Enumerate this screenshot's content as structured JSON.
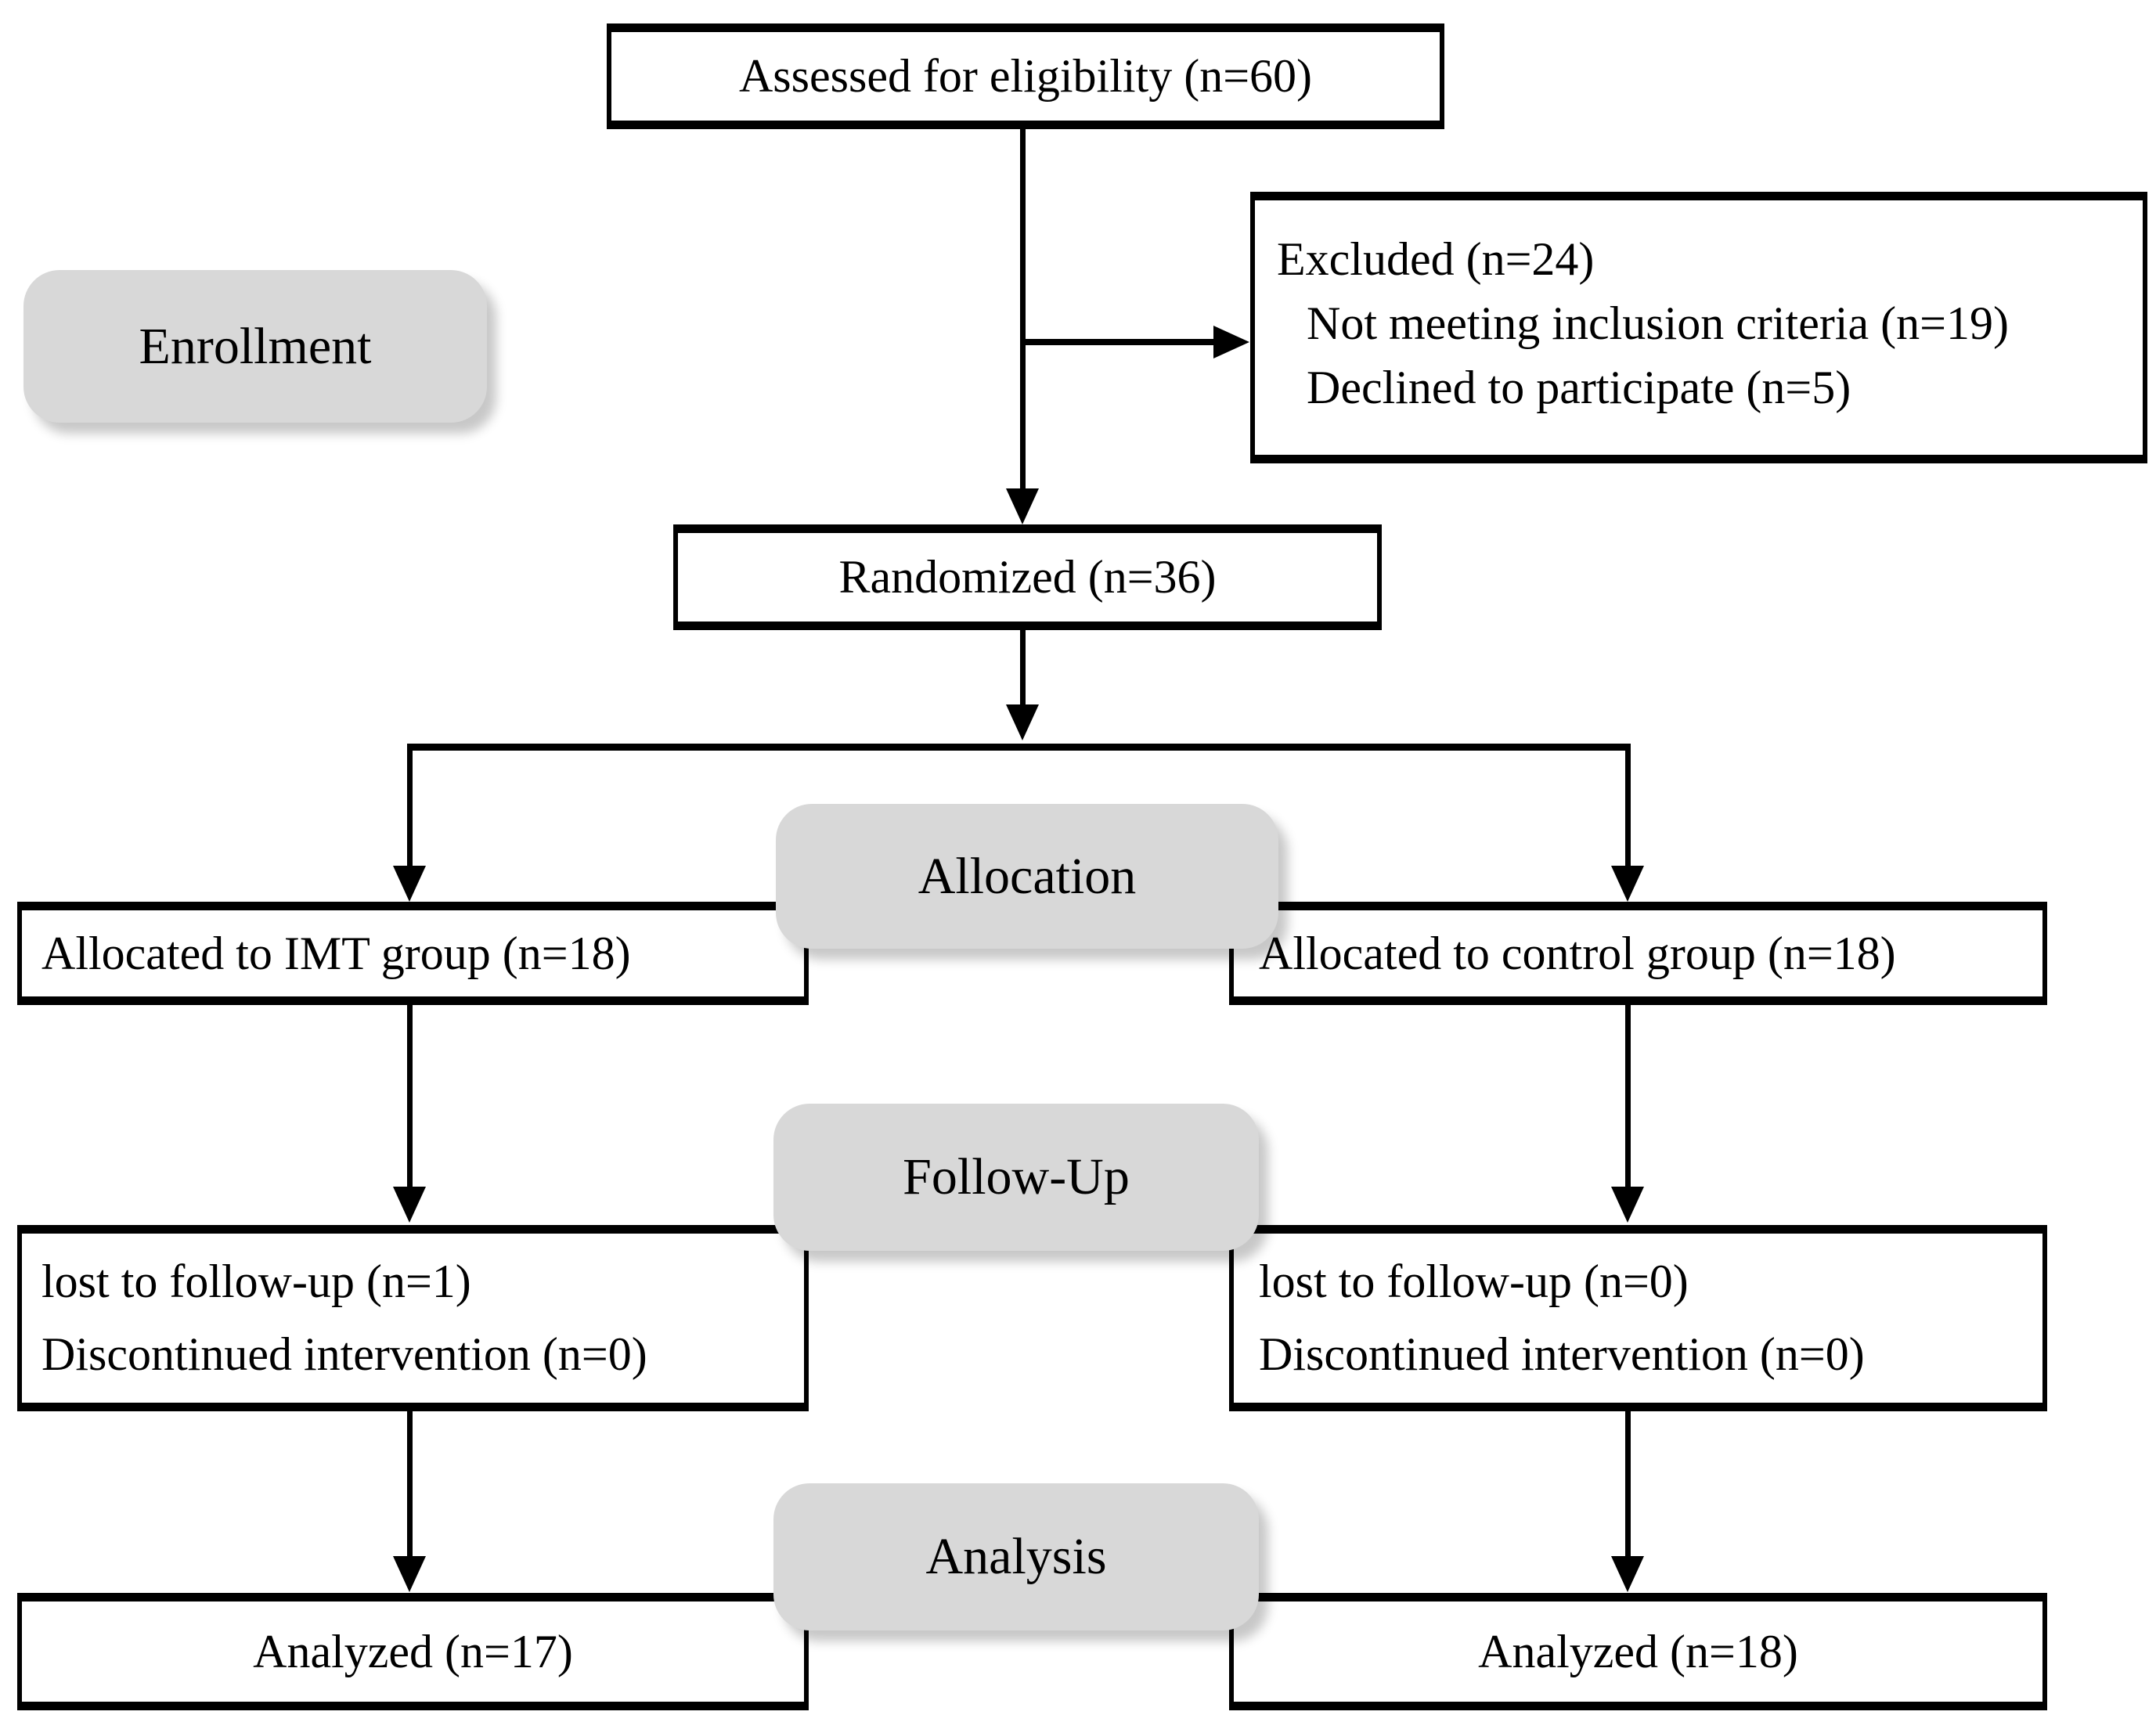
{
  "diagram": {
    "kind": "CONSORT participant flow diagram",
    "stages": {
      "enrollment": "Enrollment",
      "allocation": "Allocation",
      "followup": "Follow-Up",
      "analysis": "Analysis"
    },
    "boxes": {
      "assessed": "Assessed for eligibility (n=60)",
      "excluded": [
        "Excluded (n=24)",
        "Not meeting inclusion criteria (n=19)",
        "Declined to participate (n=5)"
      ],
      "randomized": "Randomized (n=36)",
      "allocated_imt": "Allocated to IMT group (n=18)",
      "allocated_control": "Allocated to control group (n=18)",
      "followup_imt": [
        "lost to follow-up (n=1)",
        "Discontinued intervention (n=0)"
      ],
      "followup_control": [
        "lost to follow-up (n=0)",
        "Discontinued intervention (n=0)"
      ],
      "analyzed_imt": "Analyzed (n=17)",
      "analyzed_control": "Analyzed (n=18)"
    },
    "edges": [
      "assessed -> randomized",
      "assessed -> excluded",
      "randomized -> allocated_imt",
      "randomized -> allocated_control",
      "allocated_imt -> followup_imt",
      "allocated_control -> followup_control",
      "followup_imt -> analyzed_imt",
      "followup_control -> analyzed_control"
    ]
  },
  "colors": {
    "stage_fill": "#d8d8d8",
    "line": "#000000",
    "box_fill": "#ffffff",
    "text": "#000000",
    "background": "#ffffff"
  }
}
